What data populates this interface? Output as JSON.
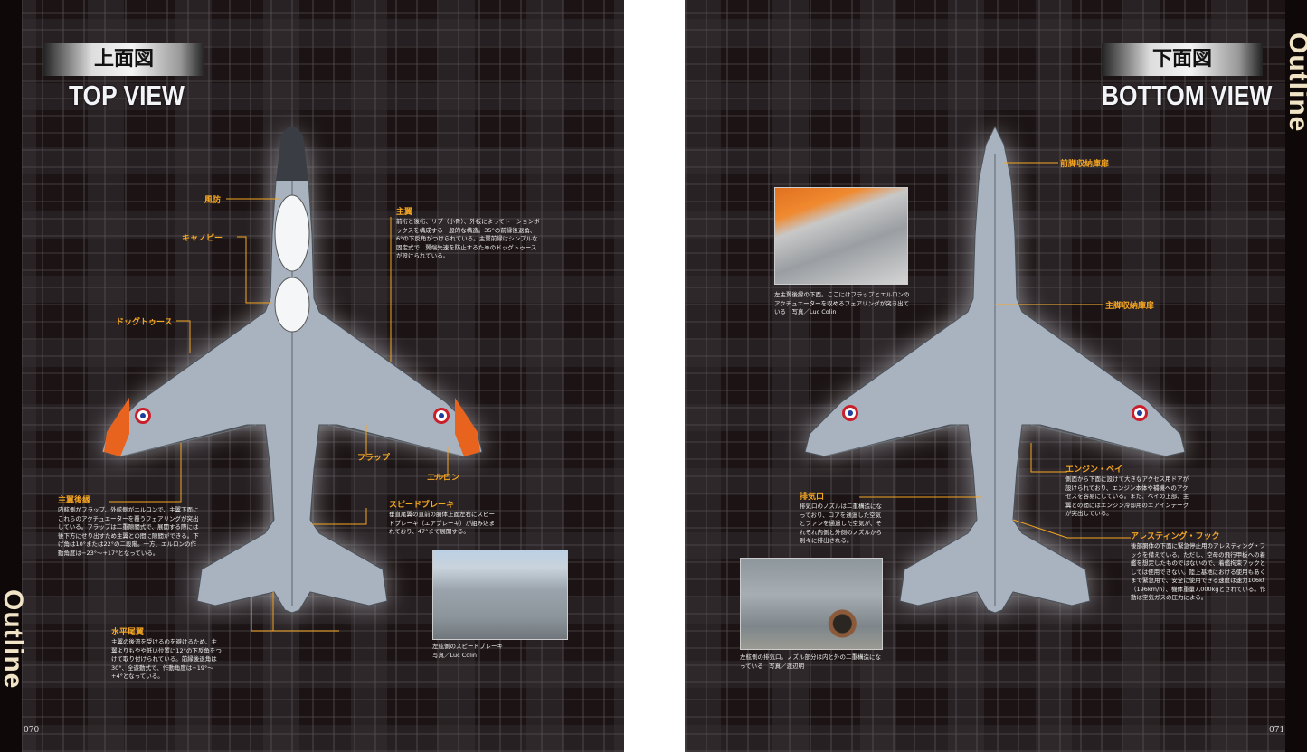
{
  "left_page": {
    "section_tab": "Outline",
    "page_number": "070",
    "title_jp": "上面図",
    "title_en": "TOP VIEW",
    "labels": {
      "windshield": "風防",
      "canopy": "キャノピー",
      "dogtooth": "ドッグトゥース",
      "flap": "フラップ",
      "aileron": "エルロン"
    },
    "main_wing": {
      "heading": "主翼",
      "text": "前桁と後桁、リブ（小骨）、外板によってトーションボックスを構成する一般的な構造。35°の前縁後退角、6°の下反角がつけられている。主翼前縁はシンプルな固定式で、翼端失速を防止するためのドッグトゥースが設けられている。"
    },
    "trailing_edge": {
      "heading": "主翼後縁",
      "text": "内舷側がフラップ、外舷側がエルロンで、主翼下面にこれらのアクチュエーターを覆うフェアリングが突出している。フラップは二重隙間式で、展開する際には後下方にせり出すため主翼との間に隙間ができる。下げ角は10°または22°の二段階。一方、エルロンの作動角度は−23°〜+17°となっている。"
    },
    "speed_brake": {
      "heading": "スピードブレーキ",
      "text": "垂直尾翼の直前の胴体上面左右にスピードブレーキ（エアブレーキ）が組み込まれており、47°まで展開する。"
    },
    "horizontal_tail": {
      "heading": "水平尾翼",
      "text": "主翼の後流を受けるのを避けるため、主翼よりもやや低い位置に12°の下反角をつけて取り付けられている。前縁後退角は30°、全遊動式で、作動角度は−19°〜+4°となっている。"
    },
    "photo_caption": "左舷側のスピードブレーキ　写真／Luc Colin"
  },
  "right_page": {
    "section_tab": "Outline",
    "page_number": "071",
    "title_jp": "下面図",
    "title_en": "BOTTOM VIEW",
    "labels": {
      "nose_gear_door": "前脚収納庫扉",
      "main_gear_door": "主脚収納庫扉"
    },
    "engine_bay": {
      "heading": "エンジン・ベイ",
      "text": "側面から下面に設けて大きなアクセス用ドアが設けられており、エンジン本体や補機へのアクセスを容易にしている。また、ベイの上部、主翼との間にはエンジン冷却用のエアインテークが突出している。"
    },
    "exhaust": {
      "heading": "排気口",
      "text": "排気口のノズルは二重構造になっており、コアを通過した空気とファンを通過した空気が、それぞれ内側と外側のノズルから別々に排出される。"
    },
    "arresting_hook": {
      "heading": "アレスティング・フック",
      "text": "後部胴体の下面に緊急停止用のアレスティング・フックを備えている。ただし、空母の飛行甲板への着艦を想定したものではないので、着艦拘束フックとしては使用できない。陸上基地における使用もあくまで緊急用で、安全に使用できる速度は速力106kt（196km/h）、機体重量7,000kgとされている。作動は空気ガスの圧力による。"
    },
    "photo1_caption": "左主翼後縁の下面。ここにはフラップとエルロンのアクチュエーターを収めるフェアリングが突き出ている　写真／Luc Colin",
    "photo2_caption": "左舷側の排気口。ノズル部分は内と外の二重構造になっている　写真／渡辺明"
  },
  "colors": {
    "accent": "#f5a623",
    "aircraft": "#a9b3bf",
    "background": "#1c1414"
  }
}
